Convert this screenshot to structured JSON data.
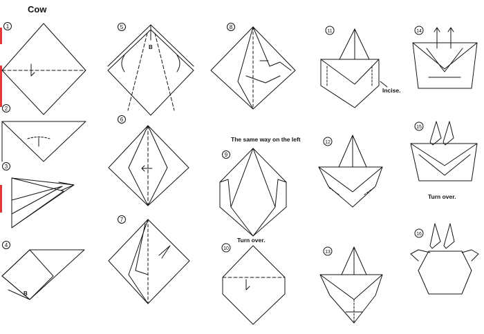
{
  "title": "Cow",
  "steps": [
    {
      "num": "1"
    },
    {
      "num": "2"
    },
    {
      "num": "3"
    },
    {
      "num": "4"
    },
    {
      "num": "5"
    },
    {
      "num": "6"
    },
    {
      "num": "7"
    },
    {
      "num": "8"
    },
    {
      "num": "9"
    },
    {
      "num": "10"
    },
    {
      "num": "11"
    },
    {
      "num": "12"
    },
    {
      "num": "13"
    },
    {
      "num": "14"
    },
    {
      "num": "15"
    },
    {
      "num": "16"
    }
  ],
  "labels": {
    "point_b": "B",
    "same_way_left": "The same way on the left",
    "turn_over_a": "Turn over.",
    "incise": "Incise.",
    "turn_over_b": "Turn over."
  },
  "colors": {
    "ink": "#111111",
    "edge": "#e4373a"
  }
}
